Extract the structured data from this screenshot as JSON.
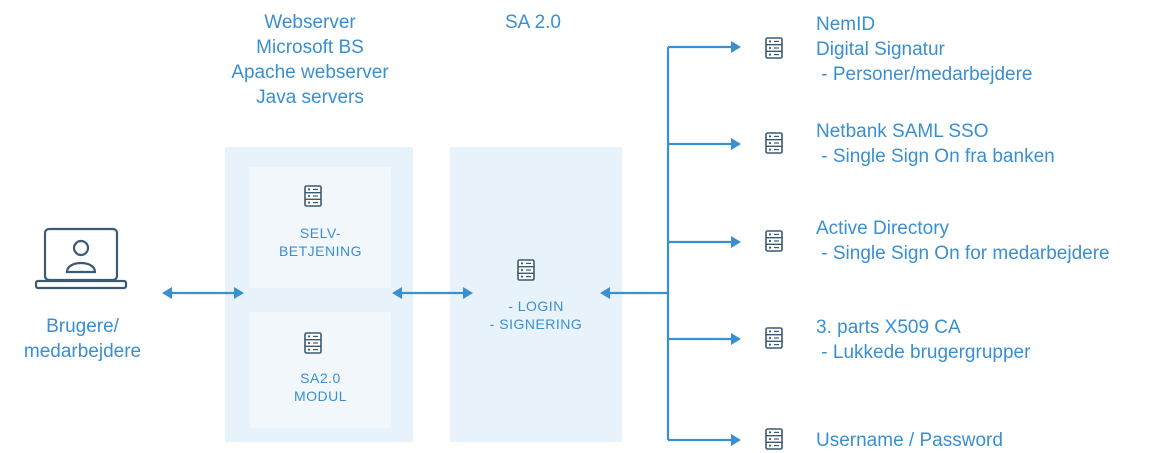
{
  "colors": {
    "accent": "#3a8fd0",
    "icon": "#3d5a73",
    "box": "#e8f2fb",
    "inner": "#f2f7fc"
  },
  "headers": {
    "webserver": [
      "Webserver",
      "Microsoft BS",
      "Apache webserver",
      "Java servers"
    ],
    "sa": "SA 2.0"
  },
  "user": {
    "label_line1": "Brugere/",
    "label_line2": "medarbejdere",
    "icon": "laptop-user-icon"
  },
  "blocks": {
    "self_service": [
      "SELV-",
      "BETJENING"
    ],
    "sa_module": [
      "SA2.0",
      "MODUL"
    ],
    "login": [
      "- LOGIN",
      "- SIGNERING"
    ]
  },
  "services": [
    {
      "lines": [
        "NemID",
        "Digital Signatur",
        " - Personer/medarbejdere"
      ],
      "icon": "server-icon"
    },
    {
      "lines": [
        "Netbank SAML SSO",
        " - Single Sign On fra banken"
      ],
      "icon": "server-icon"
    },
    {
      "lines": [
        "Active Directory",
        " - Single Sign On for medarbejdere"
      ],
      "icon": "server-icon"
    },
    {
      "lines": [
        "3. parts X509 CA",
        " - Lukkede brugergrupper"
      ],
      "icon": "server-icon"
    },
    {
      "lines": [
        "Username / Password"
      ],
      "icon": "server-icon"
    }
  ]
}
